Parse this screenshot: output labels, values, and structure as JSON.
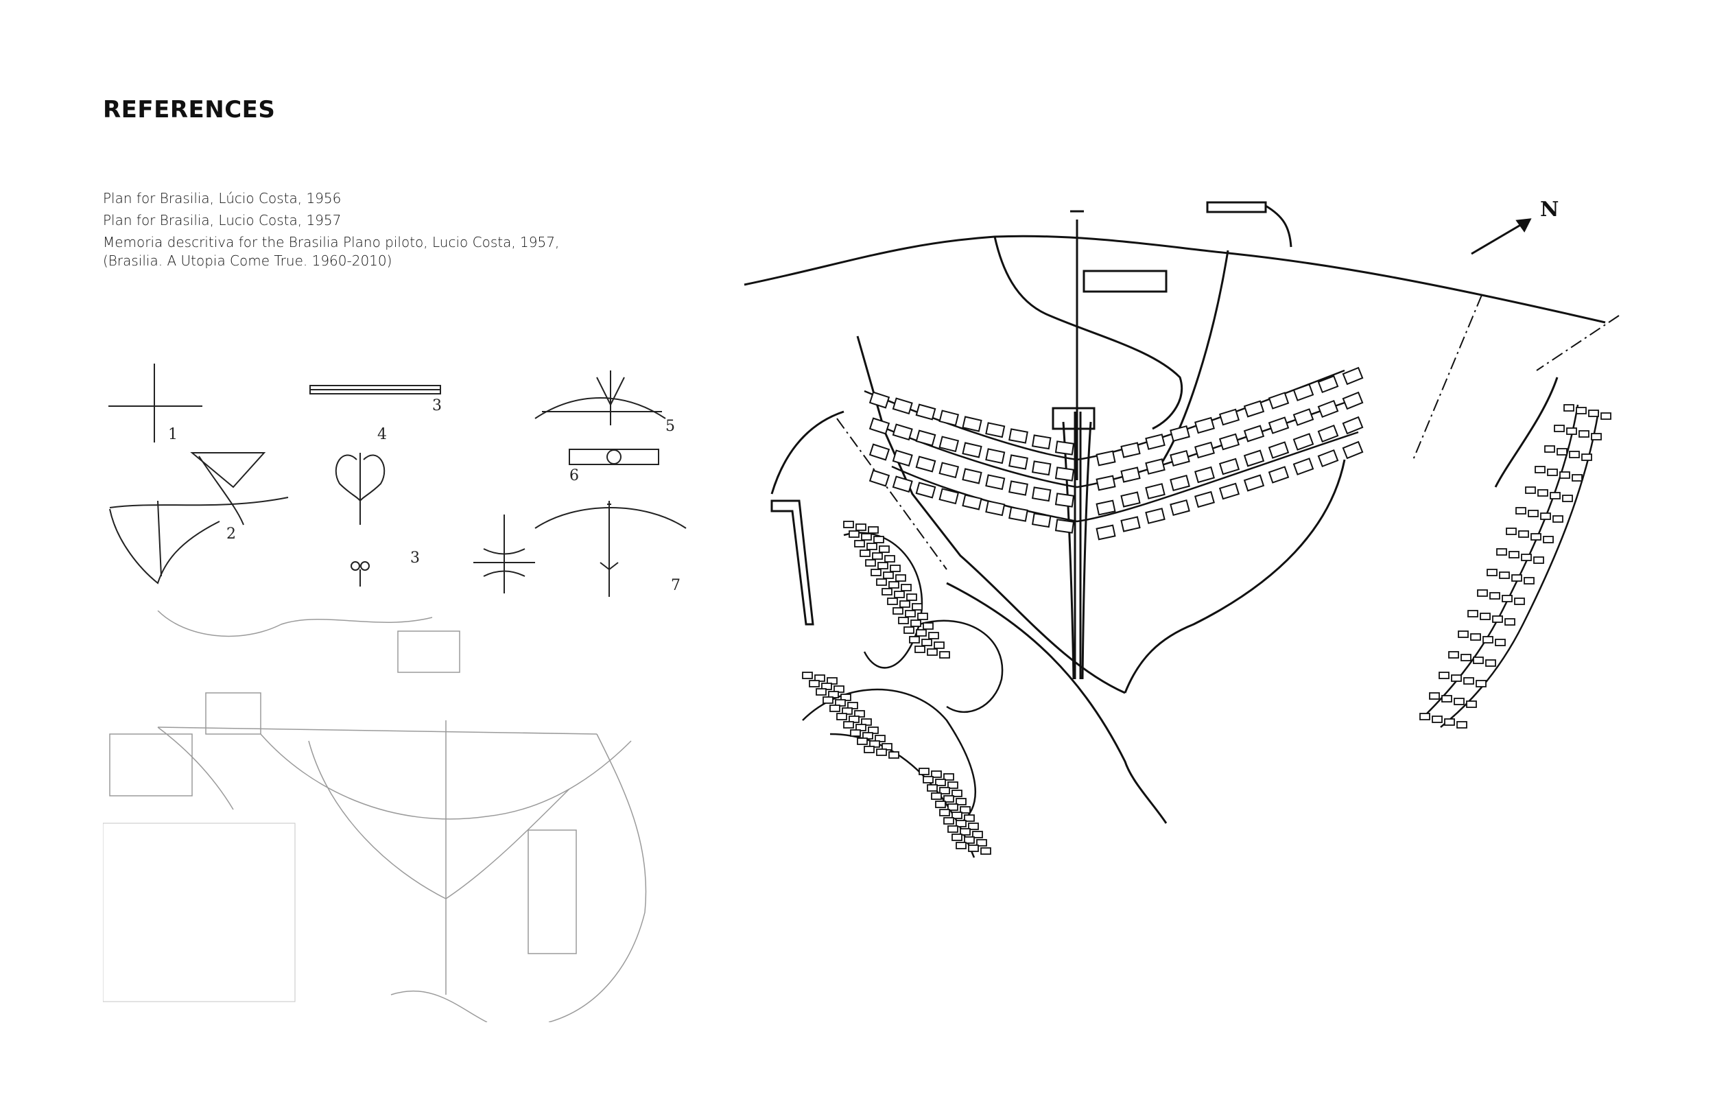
{
  "page": {
    "title": "REFERENCES"
  },
  "references": [
    {
      "text": "Plan for Brasilia, Lúcio Costa, 1956"
    },
    {
      "text": "Plan for Brasilia, Lucio Costa, 1957"
    },
    {
      "text": "Memoria descritiva for the Brasilia Plano piloto, Lucio Costa, 1957,",
      "sub": "(Brasilia. A Utopia Come True. 1960-2010)"
    }
  ],
  "sketch_numbers": [
    "1",
    "2",
    "3",
    "4",
    "5",
    "6",
    "3",
    "7"
  ],
  "large_plan": {
    "north_label": "N"
  }
}
